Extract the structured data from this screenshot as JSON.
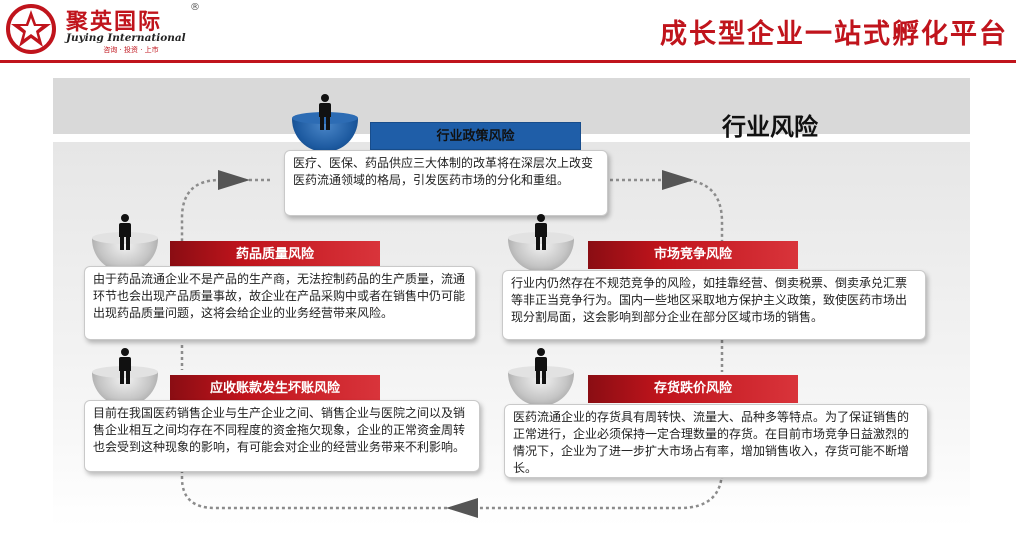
{
  "header": {
    "logo_cn": "聚英国际",
    "logo_reg": "®",
    "logo_en": "Juying International",
    "logo_sub": "咨询 · 投资 · 上市",
    "slogan": "成长型企业一站式孵化平台"
  },
  "section_title": "行业风险",
  "risks": {
    "policy": {
      "title": "行业政策风险",
      "text": "医疗、医保、药品供应三大体制的改革将在深层次上改变医药流通领域的格局，引发医药市场的分化和重组。"
    },
    "quality": {
      "title": "药品质量风险",
      "text": "由于药品流通企业不是产品的生产商，无法控制药品的生产质量，流通环节也会出现产品质量事故，故企业在产品采购中或者在销售中仍可能出现药品质量问题，这将会给企业的业务经营带来风险。"
    },
    "competition": {
      "title": "市场竞争风险",
      "text": "行业内仍然存在不规范竞争的风险，如挂靠经营、倒卖税票、倒卖承兑汇票等非正当竞争行为。国内一些地区采取地方保护主义政策，致使医药市场出现分割局面，这会影响到部分企业在部分区域市场的销售。"
    },
    "receivable": {
      "title": "应收账款发生坏账风险",
      "text": "目前在我国医药销售企业与生产企业之间、销售企业与医院之间以及销售企业相互之间均存在不同程度的资金拖欠现象，企业的正常资金周转也会受到这种现象的影响，有可能会对企业的经营业务带来不利影响。"
    },
    "inventory": {
      "title": "存货跌价风险",
      "text": "医药流通企业的存货具有周转快、流量大、品种多等特点。为了保证销售的正常进行，企业必须保持一定合理数量的存货。在目前市场竞争日益激烈的情况下，企业为了进一步扩大市场占有率，增加销售收入，存货可能不断增长。"
    }
  },
  "colors": {
    "brand_red": "#c0141c",
    "policy_blue": "#1f5ea8",
    "arrow_gray": "#555555"
  },
  "icons": [
    "person-icon",
    "bowl-icon",
    "arrow-icon",
    "star-logo-icon"
  ]
}
